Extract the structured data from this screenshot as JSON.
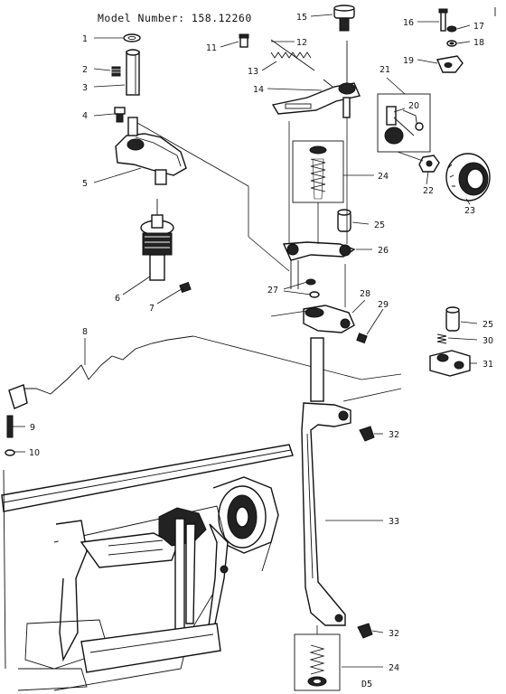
{
  "header": {
    "model_label": "Model Number: 158.12260"
  },
  "footer": {
    "code": "D5"
  },
  "callouts": [
    {
      "id": "c1",
      "text": "1"
    },
    {
      "id": "c2",
      "text": "2"
    },
    {
      "id": "c3",
      "text": "3"
    },
    {
      "id": "c4",
      "text": "4"
    },
    {
      "id": "c5",
      "text": "5"
    },
    {
      "id": "c6",
      "text": "6"
    },
    {
      "id": "c7",
      "text": "7"
    },
    {
      "id": "c8",
      "text": "8"
    },
    {
      "id": "c9",
      "text": "9"
    },
    {
      "id": "c10",
      "text": "10"
    },
    {
      "id": "c11",
      "text": "11"
    },
    {
      "id": "c12",
      "text": "12"
    },
    {
      "id": "c13",
      "text": "13"
    },
    {
      "id": "c14",
      "text": "14"
    },
    {
      "id": "c15",
      "text": "15"
    },
    {
      "id": "c16",
      "text": "16"
    },
    {
      "id": "c17",
      "text": "17"
    },
    {
      "id": "c18",
      "text": "18"
    },
    {
      "id": "c19",
      "text": "19"
    },
    {
      "id": "c20",
      "text": "20"
    },
    {
      "id": "c21",
      "text": "21"
    },
    {
      "id": "c22",
      "text": "22"
    },
    {
      "id": "c23",
      "text": "23"
    },
    {
      "id": "c24",
      "text": "24"
    },
    {
      "id": "c25",
      "text": "25"
    },
    {
      "id": "c26",
      "text": "26"
    },
    {
      "id": "c27",
      "text": "27"
    },
    {
      "id": "c28",
      "text": "28"
    },
    {
      "id": "c29",
      "text": "29"
    },
    {
      "id": "c25b",
      "text": "25"
    },
    {
      "id": "c30",
      "text": "30"
    },
    {
      "id": "c31",
      "text": "31"
    },
    {
      "id": "c32",
      "text": "32"
    },
    {
      "id": "c33",
      "text": "33"
    },
    {
      "id": "c32b",
      "text": "32"
    },
    {
      "id": "c24b",
      "text": "24"
    }
  ]
}
